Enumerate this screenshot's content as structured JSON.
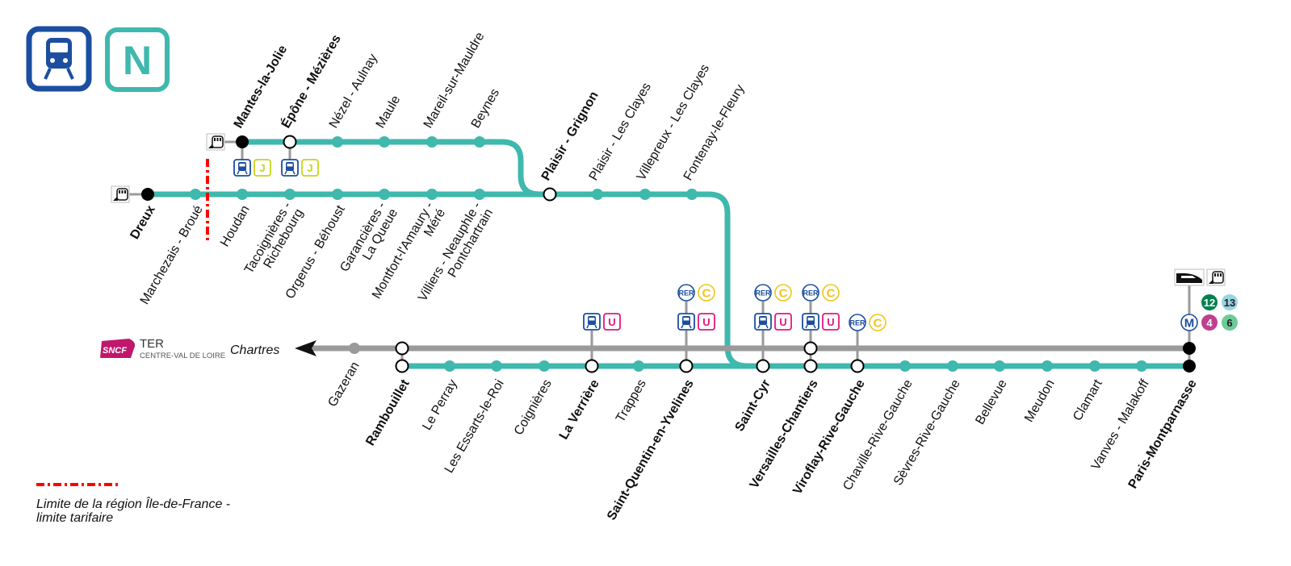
{
  "header": {
    "mode_icon": "train-icon",
    "line_letter": "N",
    "colors": {
      "mode": "#1b4ea0",
      "line": "#3fb8ad",
      "ter": "#999999"
    }
  },
  "branches": {
    "mantes": {
      "stations": [
        {
          "name": "Mantes-la-Jolie",
          "bold": true,
          "type": "terminus",
          "connections": [
            "train-icon",
            "J"
          ],
          "rail_icon": "train-ter-icon"
        },
        {
          "name": "Épône - Mézières",
          "bold": true,
          "type": "interchange",
          "connections": [
            "train-icon",
            "J"
          ]
        },
        {
          "name": "Nézel - Aulnay",
          "bold": false,
          "type": "stop"
        },
        {
          "name": "Maule",
          "bold": false,
          "type": "stop"
        },
        {
          "name": "Mareil-sur-Mauldre",
          "bold": false,
          "type": "stop"
        },
        {
          "name": "Beynes",
          "bold": false,
          "type": "stop"
        }
      ]
    },
    "dreux": {
      "stations": [
        {
          "name": "Dreux",
          "bold": true,
          "type": "terminus",
          "rail_icon": "train-ter-icon"
        },
        {
          "name": "Marchezais - Broué",
          "bold": false,
          "type": "stop"
        },
        {
          "name": "Houdan",
          "bold": false,
          "type": "stop"
        },
        {
          "name": "Tacoignières - Richebourg",
          "lines": [
            "Tacoignières -",
            "Richebourg"
          ],
          "bold": false,
          "type": "stop"
        },
        {
          "name": "Orgerus - Béhoust",
          "bold": false,
          "type": "stop"
        },
        {
          "name": "Garancières - La Queue",
          "lines": [
            "Garancières -",
            "La Queue"
          ],
          "bold": false,
          "type": "stop"
        },
        {
          "name": "Montfort-l'Amaury - Méré",
          "lines": [
            "Montfort-l'Amaury -",
            "Méré"
          ],
          "bold": false,
          "type": "stop"
        },
        {
          "name": "Villiers - Neauphle - Pontchartrain",
          "lines": [
            "Villiers - Neauphle -",
            "Pontchartrain"
          ],
          "bold": false,
          "type": "stop"
        }
      ]
    },
    "trunk_upper": {
      "stations": [
        {
          "name": "Plaisir - Grignon",
          "bold": true,
          "type": "interchange"
        },
        {
          "name": "Plaisir - Les Clayes",
          "bold": false,
          "type": "stop"
        },
        {
          "name": "Villepreux - Les Clayes",
          "bold": false,
          "type": "stop"
        },
        {
          "name": "Fontenay-le-Fleury",
          "bold": false,
          "type": "stop"
        }
      ]
    },
    "rambouillet": {
      "stations": [
        {
          "name": "Rambouillet",
          "bold": true,
          "type": "interchange"
        },
        {
          "name": "Le Perray",
          "bold": false,
          "type": "stop"
        },
        {
          "name": "Les Essarts-le-Roi",
          "bold": false,
          "type": "stop"
        },
        {
          "name": "Coignières",
          "bold": false,
          "type": "stop"
        },
        {
          "name": "La Verrière",
          "bold": true,
          "type": "interchange",
          "connections": [
            "train-icon",
            "U"
          ]
        },
        {
          "name": "Trappes",
          "bold": false,
          "type": "stop"
        },
        {
          "name": "Saint-Quentin-en-Yvelines",
          "bold": true,
          "type": "interchange",
          "connections": [
            "train-icon",
            "U",
            "RER",
            "C"
          ]
        },
        {
          "name": "Saint-Cyr",
          "bold": true,
          "type": "interchange",
          "connections": [
            "train-icon",
            "U",
            "RER",
            "C"
          ]
        },
        {
          "name": "Versailles-Chantiers",
          "bold": true,
          "type": "interchange",
          "connections": [
            "train-icon",
            "U",
            "RER",
            "C"
          ]
        },
        {
          "name": "Viroflay-Rive-Gauche",
          "bold": true,
          "type": "interchange",
          "connections": [
            "RER",
            "C"
          ]
        },
        {
          "name": "Chaville-Rive-Gauche",
          "bold": false,
          "type": "stop"
        },
        {
          "name": "Sèvres-Rive-Gauche",
          "bold": false,
          "type": "stop"
        },
        {
          "name": "Bellevue",
          "bold": false,
          "type": "stop"
        },
        {
          "name": "Meudon",
          "bold": false,
          "type": "stop"
        },
        {
          "name": "Clamart",
          "bold": false,
          "type": "stop"
        },
        {
          "name": "Vanves - Malakoff",
          "bold": false,
          "type": "stop"
        },
        {
          "name": "Paris-Montparnasse",
          "bold": true,
          "type": "terminus",
          "connections": [
            "M",
            "4",
            "6",
            "12",
            "13"
          ],
          "rail_icons": [
            "tgv-icon",
            "train-ter-icon"
          ]
        }
      ]
    }
  },
  "ter": {
    "operator": "SNCF",
    "brand": "TER",
    "region": "CENTRE-VAL DE LOIRE",
    "destination": "Chartres",
    "stations": [
      {
        "name": "Gazeran",
        "bold": false,
        "type": "stop"
      }
    ]
  },
  "badges": {
    "J": {
      "label": "J",
      "color": "#c8d419"
    },
    "U": {
      "label": "U",
      "color": "#e0197d"
    },
    "RER": {
      "label": "RER",
      "color": "#1b4ea0"
    },
    "C": {
      "label": "C",
      "color": "#f0c419"
    },
    "M": {
      "label": "M",
      "color": "#1b4ea0"
    },
    "metro": [
      {
        "label": "12",
        "bg": "#00814f",
        "fg": "#ffffff"
      },
      {
        "label": "13",
        "bg": "#98d4e2",
        "fg": "#222222"
      },
      {
        "label": "4",
        "bg": "#be418d",
        "fg": "#ffffff"
      },
      {
        "label": "6",
        "bg": "#6eca97",
        "fg": "#222222"
      }
    ]
  },
  "legend": {
    "line1": "Limite de la région Île-de-France -",
    "line2": "limite tarifaire",
    "color": "#ff0000"
  }
}
